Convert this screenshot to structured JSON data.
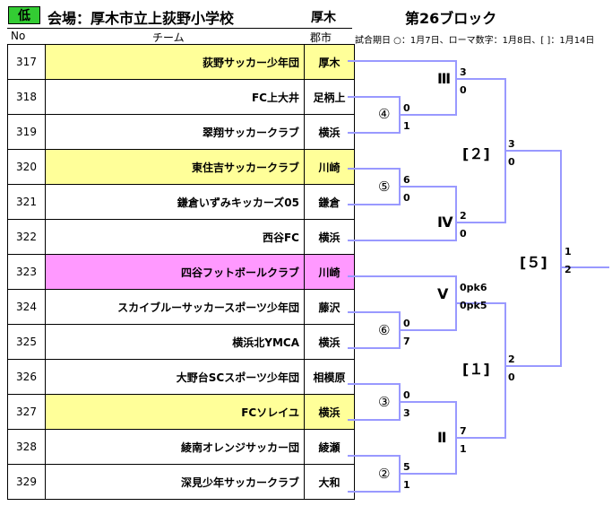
{
  "header": {
    "badge": "低",
    "venue": "会場：厚木市立上荻野小学校",
    "city": "厚木",
    "block": "第26ブロック",
    "note": "試合期日 ○：1月7日、ローマ数字：1月8日、[ ]：1月14日",
    "col_no": "No",
    "col_team": "チーム",
    "col_region": "郡市"
  },
  "colors": {
    "badge": "#33cc33",
    "yellow": "#ffff99",
    "pink": "#ff99ff",
    "bracket": "#9999ff"
  },
  "teams": [
    {
      "no": "317",
      "name": "荻野サッカー少年団",
      "region": "厚木",
      "highlight": "yellow"
    },
    {
      "no": "318",
      "name": "FC上大井",
      "region": "足柄上",
      "highlight": ""
    },
    {
      "no": "319",
      "name": "翠翔サッカークラブ",
      "region": "横浜",
      "highlight": ""
    },
    {
      "no": "320",
      "name": "東住吉サッカークラブ",
      "region": "川崎",
      "highlight": "yellow"
    },
    {
      "no": "321",
      "name": "鎌倉いずみキッカーズ05",
      "region": "鎌倉",
      "highlight": ""
    },
    {
      "no": "322",
      "name": "西谷FC",
      "region": "横浜",
      "highlight": ""
    },
    {
      "no": "323",
      "name": "四谷フットボールクラブ",
      "region": "川崎",
      "highlight": "pink"
    },
    {
      "no": "324",
      "name": "スカイブルーサッカースポーツ少年団",
      "region": "藤沢",
      "highlight": ""
    },
    {
      "no": "325",
      "name": "横浜北YMCA",
      "region": "横浜",
      "highlight": ""
    },
    {
      "no": "326",
      "name": "大野台SCスポーツ少年団",
      "region": "相模原",
      "highlight": ""
    },
    {
      "no": "327",
      "name": "FCソレイユ",
      "region": "横浜",
      "highlight": "yellow"
    },
    {
      "no": "328",
      "name": "綾南オレンジサッカー団",
      "region": "綾瀬",
      "highlight": ""
    },
    {
      "no": "329",
      "name": "深見少年サッカークラブ",
      "region": "大和",
      "highlight": ""
    }
  ],
  "bracket": {
    "m4": {
      "label": "④",
      "top": "0",
      "bottom": "1"
    },
    "m5": {
      "label": "⑤",
      "top": "6",
      "bottom": "0"
    },
    "m6": {
      "label": "⑥",
      "top": "0",
      "bottom": "7"
    },
    "m3": {
      "label": "③",
      "top": "0",
      "bottom": "3"
    },
    "m2": {
      "label": "②",
      "top": "5",
      "bottom": "1"
    },
    "r3": {
      "label": "Ⅲ",
      "top": "3",
      "bottom": "0"
    },
    "r4": {
      "label": "Ⅳ",
      "top": "2",
      "bottom": "0"
    },
    "r5": {
      "label": "Ⅴ",
      "top": "0pk6",
      "bottom": "0pk5"
    },
    "r2": {
      "label": "Ⅱ",
      "top": "7",
      "bottom": "1"
    },
    "s2": {
      "label": "[２]",
      "top": "3",
      "bottom": "0"
    },
    "s1": {
      "label": "[１]",
      "top": "2",
      "bottom": "0"
    },
    "f5": {
      "label": "[５]",
      "top": "1",
      "bottom": "2"
    }
  }
}
